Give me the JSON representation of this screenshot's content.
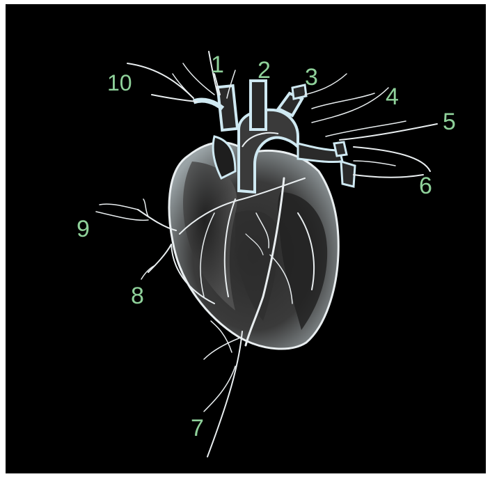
{
  "colors": {
    "background": "#000000",
    "label": "#8fd19a",
    "vessel_highlight": "#cfe9f2",
    "heart_line": "#e9eef0"
  },
  "illustration": {
    "icon": "heart-anatomy-icon"
  },
  "labels": [
    "1",
    "2",
    "3",
    "4",
    "5",
    "6",
    "7",
    "8",
    "9",
    "10"
  ]
}
